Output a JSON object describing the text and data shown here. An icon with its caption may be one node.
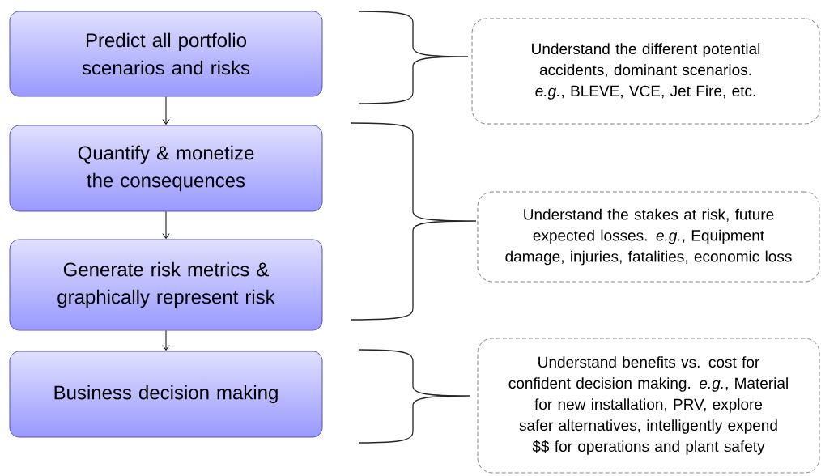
{
  "diagram": {
    "nodes": [
      {
        "text": [
          "Predict all portfolio scenarios and risks"
        ]
      },
      {
        "text": [
          "Quantify & monetize the consequences"
        ]
      },
      {
        "text": [
          "Generate risk metrics & graphically represent risk"
        ]
      },
      {
        "text": [
          "Business decision making"
        ]
      },
      {
        "text": [
          "Understand the different potential accidents, dominant scenarios. *e.g.*, BLEVE, VCE, Jet Fire, etc."
        ]
      },
      {
        "text": [
          "Understand the stakes at risk, future expected losses. *e.g.*, Equipment damage, injuries, fatalities, economic loss"
        ]
      },
      {
        "text": [
          "Understand benefits vs. cost for confident decision making. *e.g.*, Material for new installation, PRV, explore safer alternatives, intelligently expend  $$ for operations and plant safety"
        ]
      }
    ],
    "edges": [
      {
        "from": 0,
        "to": 1,
        "arrow": "to"
      },
      {
        "from": 1,
        "to": 2,
        "arrow": "to"
      },
      {
        "from": 2,
        "to": 3,
        "arrow": "to"
      }
    ]
  }
}
